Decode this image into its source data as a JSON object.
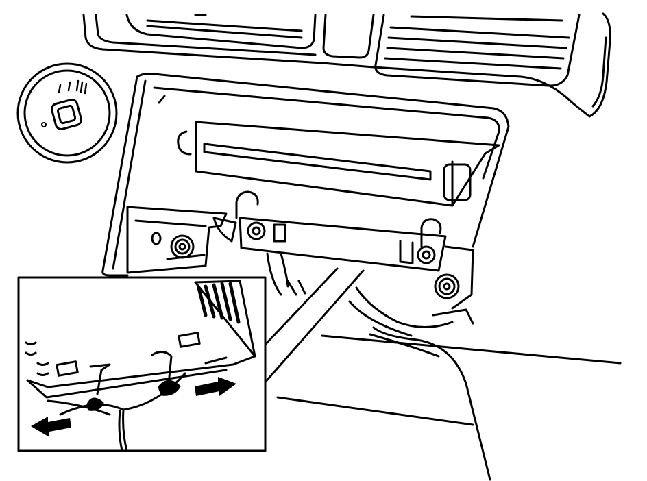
{
  "diagram": {
    "line_color": "#000000",
    "background_color": "#ffffff",
    "parts": [
      {
        "id": "dashboard-upper-trim",
        "icon": "dashboard-trim"
      },
      {
        "id": "air-vent-left",
        "icon": "vent-louvers"
      },
      {
        "id": "air-vent-right",
        "icon": "vent-louvers"
      },
      {
        "id": "headlamp-switch",
        "icon": "rotary-knob"
      },
      {
        "id": "radio-unit",
        "icon": "cd-slot"
      },
      {
        "id": "mounting-bracket",
        "icon": "bracket"
      },
      {
        "id": "mounting-screw",
        "icon": "screw"
      },
      {
        "id": "release-hook",
        "icon": "hook"
      },
      {
        "id": "wiring-harness",
        "icon": "cable"
      }
    ],
    "callout": {
      "icon": "detail-inset",
      "arrows": [
        {
          "id": "release-arrow-left",
          "direction": "left"
        },
        {
          "id": "release-arrow-right",
          "direction": "right"
        }
      ]
    }
  }
}
